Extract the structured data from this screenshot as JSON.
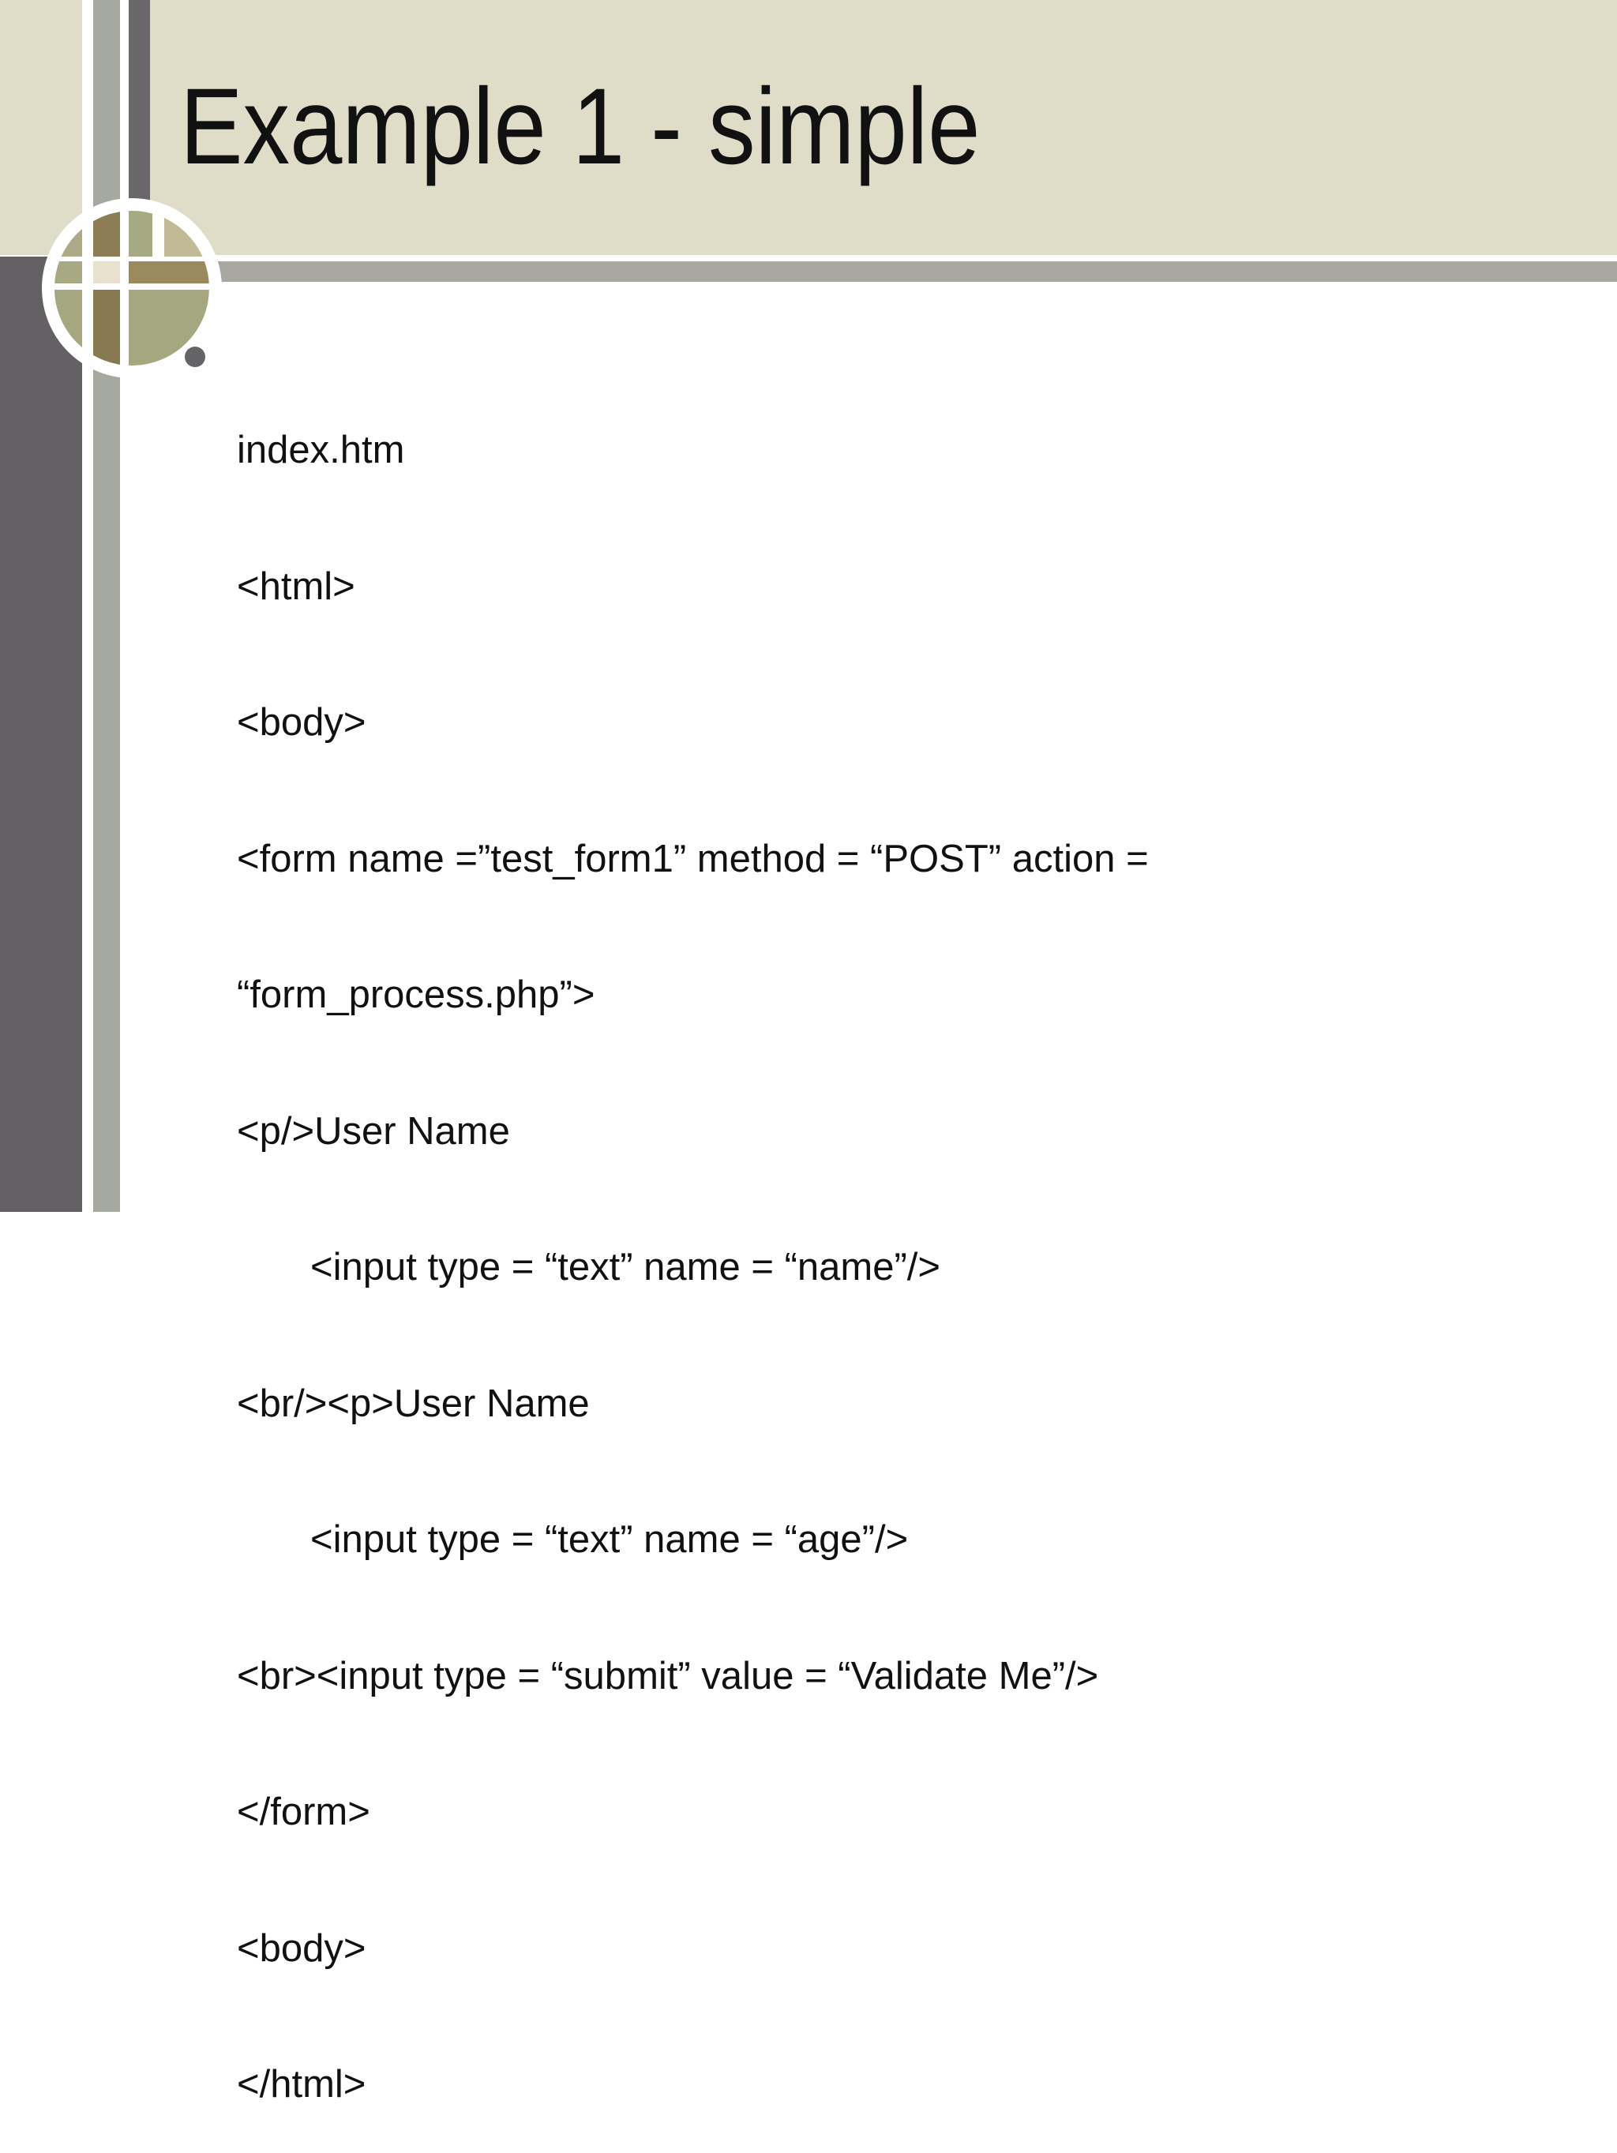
{
  "slide": {
    "title": "Example 1 - simple",
    "bullet_symbol": "filled-circle",
    "code_lines": [
      "index.htm",
      "<html>",
      "<body>",
      "<form name =”test_form1” method = “POST” action =",
      "“form_process.php”>",
      "<p/>User Name",
      "<input type = “text” name = “name”/>",
      "<br/><p>User Name",
      "<input type = “text” name = “age”/>",
      "<br><input type = “submit” value = “Validate Me”/>",
      "</form>",
      "<body>",
      "</html>"
    ]
  },
  "colors": {
    "beige": "#dfdcc8",
    "bar_gray": "#a8a8a0",
    "dark_panel": "#636163",
    "stripe_light_gray": "#a6a99f",
    "stripe_dark_gray": "#696769",
    "bullet_gray": "#646466",
    "text": "#111111",
    "orn_sage": "#a5a87e",
    "orn_olive": "#adaa87",
    "orn_brown": "#8d7d55",
    "orn_sage_top": "#a6aa80",
    "orn_tan": "#c0ba95",
    "orn_band_green": "#a6a983",
    "orn_cream": "#e7e1cd",
    "orn_band_brown": "#9b8a5e",
    "orn_dark_olive": "#897951",
    "orn_ring": "#ffffff"
  }
}
